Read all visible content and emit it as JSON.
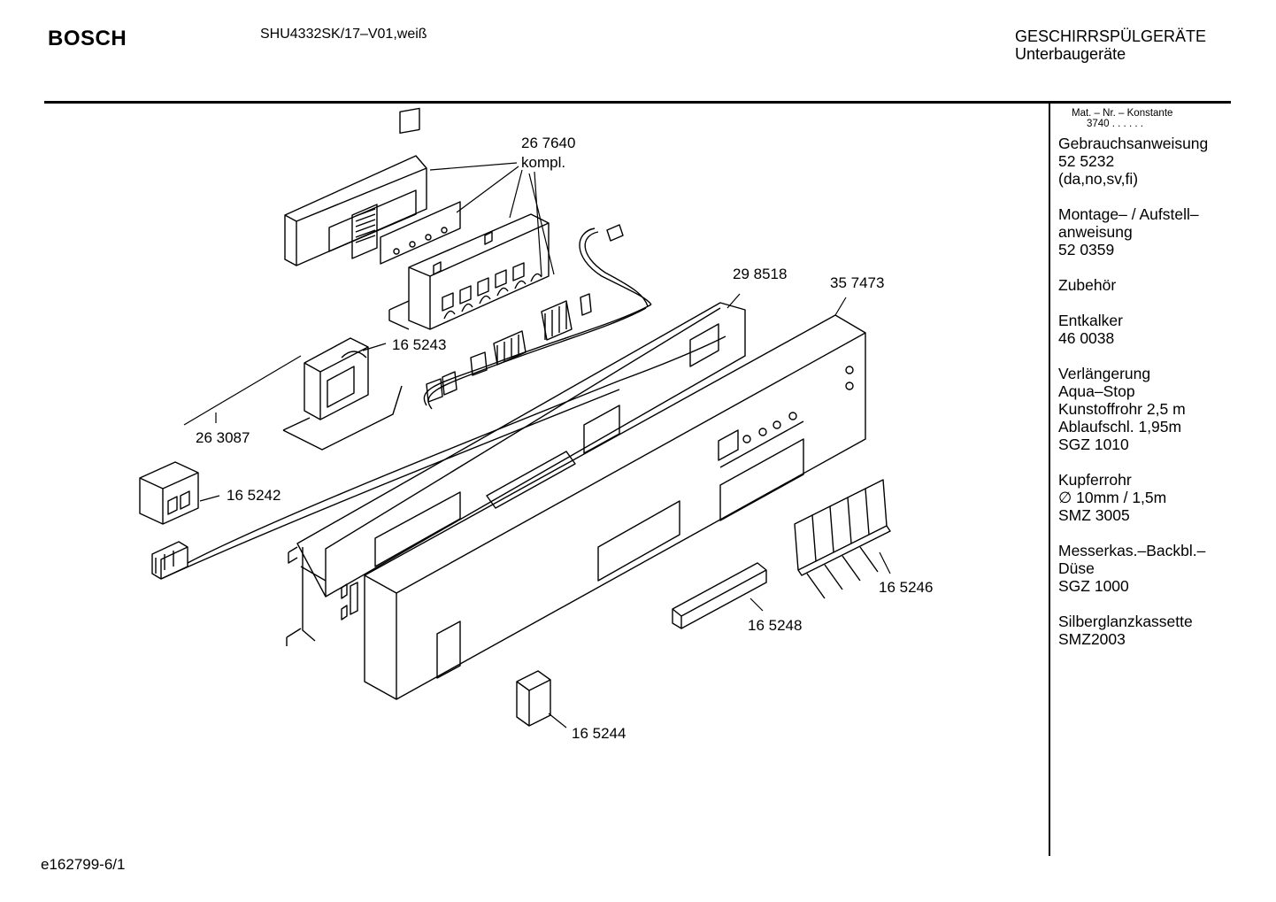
{
  "header": {
    "brand": "BOSCH",
    "model": "SHU4332SK/17–V01,weiß",
    "category": "GESCHIRRSPÜLGERÄTE",
    "subcategory": "Unterbaugeräte"
  },
  "sidebar": {
    "heading": "Mat. – Nr. – Konstante",
    "constant": "3740 . .   . . . .",
    "items": [
      {
        "lines": [
          "Gebrauchsanweisung",
          "52 5232",
          "(da,no,sv,fi)"
        ]
      },
      {
        "lines": [
          "Montage– / Aufstell–",
          "anweisung",
          "52 0359"
        ]
      },
      {
        "lines": [
          "Zubehör"
        ]
      },
      {
        "lines": [
          "Entkalker",
          "46 0038"
        ]
      },
      {
        "lines": [
          "Verlängerung",
          "Aqua–Stop",
          "Kunstoffrohr 2,5 m",
          "Ablaufschl. 1,95m",
          "SGZ 1010"
        ]
      },
      {
        "lines": [
          "Kupferrohr",
          "∅ 10mm / 1,5m",
          "SMZ 3005"
        ]
      },
      {
        "lines": [
          "Messerkas.–Backbl.–",
          "Düse",
          "SGZ 1000"
        ]
      },
      {
        "lines": [
          "Silberglanzkassette",
          "SMZ2003"
        ]
      }
    ]
  },
  "diagram": {
    "labels": {
      "p267640": "26 7640",
      "kompl": "kompl.",
      "p298518": "29 8518",
      "p357473": "35 7473",
      "p165243": "16 5243",
      "p263087": "26 3087",
      "p165242": "16 5242",
      "p165246": "16 5246",
      "p165248": "16 5248",
      "p165244": "16 5244"
    }
  },
  "footer": {
    "code": "e162799-6/1"
  }
}
